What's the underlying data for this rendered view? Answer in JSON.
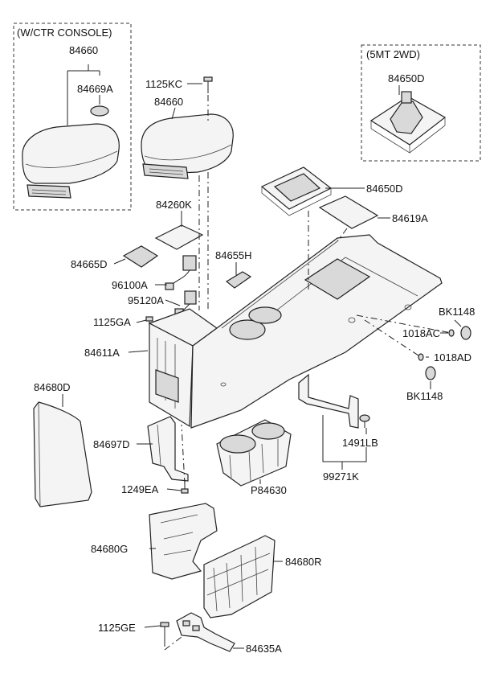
{
  "groups": {
    "ctr_console": "(W/CTR CONSOLE)",
    "mt_2wd": "(5MT 2WD)"
  },
  "labels": {
    "p84660_box": "84660",
    "p84669A": "84669A",
    "p1125KC": "1125KC",
    "p84660": "84660",
    "p84650D_box": "84650D",
    "p84650D": "84650D",
    "p84619A": "84619A",
    "p84260K": "84260K",
    "p84665D": "84665D",
    "p84655H": "84655H",
    "p96100A": "96100A",
    "p95120A": "95120A",
    "p1125GA": "1125GA",
    "p84611A": "84611A",
    "pBK1148_top": "BK1148",
    "p1018AC": "1018AC",
    "p1018AD": "1018AD",
    "pBK1148_bot": "BK1148",
    "p84680D": "84680D",
    "p84697D": "84697D",
    "p1491LB": "1491LB",
    "p99271K": "99271K",
    "p1249EA": "1249EA",
    "p84630": "P84630",
    "p84680G": "84680G",
    "p84680R": "84680R",
    "p1125GE": "1125GE",
    "p84635A": "84635A"
  }
}
